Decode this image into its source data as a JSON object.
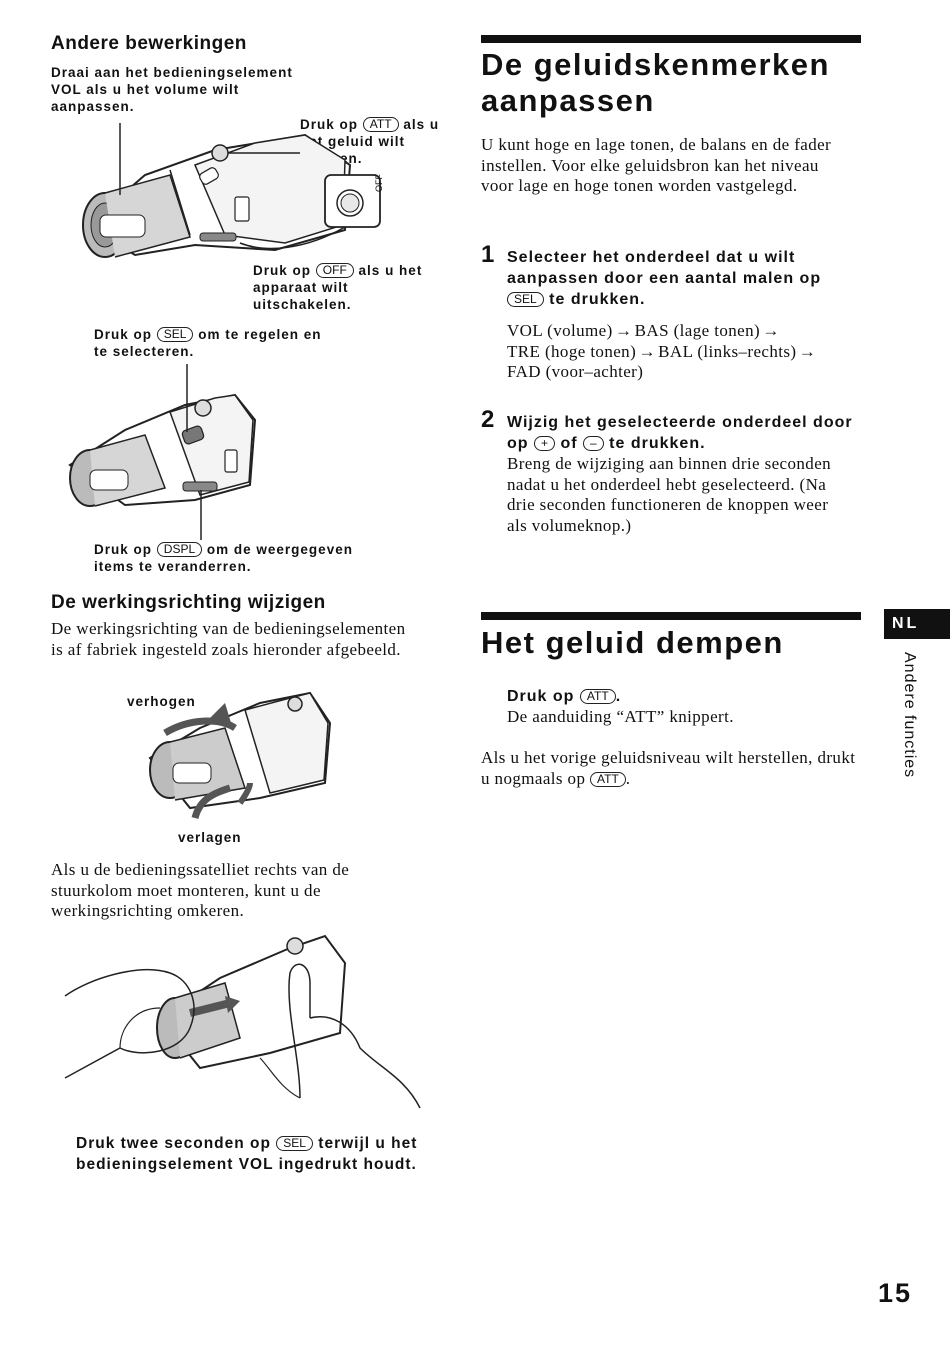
{
  "left": {
    "section1": {
      "heading": "Andere bewerkingen",
      "vol_caption": "Draai aan het bedieningselement VOL als u het volume wilt aanpassen.",
      "att_caption": {
        "pre": "Druk op",
        "button": "ATT",
        "post": "als u het geluid wilt dempen."
      },
      "off_caption": {
        "pre": "Druk op",
        "button": "OFF",
        "post": "als u het apparaat wilt uitschakelen."
      },
      "off_knob_label": "OFF",
      "sel_caption": {
        "pre": "Druk op",
        "button": "SEL",
        "post": "om te regelen en te selecteren."
      },
      "dspl_caption": {
        "pre": "Druk op",
        "button": "DSPL",
        "post": "om de weergegeven items te veranderren."
      }
    },
    "section2": {
      "heading": "De werkingsrichting wijzigen",
      "intro": "De werkingsrichting van de bedieningselementen is af fabriek ingesteld zoals hieronder afgebeeld.",
      "label_up": "verhogen",
      "label_down": "verlagen",
      "mount_note": "Als u de bedieningssatelliet rechts van de stuurkolom moet monteren, kunt u de werkingsrichting omkeren.",
      "hold_caption": {
        "pre": "Druk twee seconden op",
        "button": "SEL",
        "post": "terwijl u het bedieningselement VOL ingedrukt houdt."
      }
    }
  },
  "right": {
    "section1": {
      "heading": "De geluidskenmerken aanpassen",
      "intro": "U kunt hoge en lage tonen, de balans en de fader instellen. Voor elke geluidsbron kan het niveau voor lage en hoge tonen worden vastgelegd.",
      "step1": {
        "number": "1",
        "text_pre": "Selecteer het onderdeel dat u wilt aanpassen door een aantal malen op",
        "button": "SEL",
        "text_post": "te drukken.",
        "sequence": [
          "VOL (volume)",
          "BAS (lage tonen)",
          "TRE (hoge tonen)",
          "BAL (links–rechts)",
          "FAD (voor–achter)"
        ]
      },
      "step2": {
        "number": "2",
        "text_pre": "Wijzig het geselecteerde onderdeel door op",
        "button_plus": "+",
        "text_mid": "of",
        "button_minus": "–",
        "text_post": "te drukken.",
        "detail": "Breng de wijziging aan binnen drie seconden nadat u het onderdeel hebt geselecteerd. (Na drie seconden functioneren de knoppen weer als volumeknop.)"
      }
    },
    "section2": {
      "heading": "Het geluid dempen",
      "press_pre": "Druk op",
      "press_button": "ATT",
      "press_post": ".",
      "result": "De aanduiding “ATT” knippert.",
      "restore_pre": "Als u het vorige geluidsniveau wilt herstellen, drukt u nogmaals op",
      "restore_button": "ATT",
      "restore_post": "."
    }
  },
  "side_tab": {
    "code": "NL",
    "label": "Andere functies"
  },
  "page_number": "15"
}
